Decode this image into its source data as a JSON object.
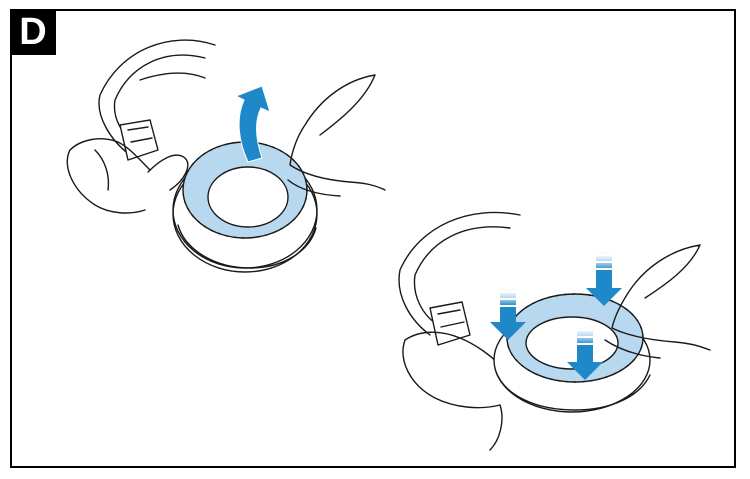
{
  "step": {
    "label": "D"
  },
  "colors": {
    "cushion": "#b8d8f0",
    "arrow": "#1f88c9",
    "outline": "#1a1a1a",
    "frame": "#000000"
  },
  "panels": [
    {
      "name": "remove-cushion",
      "arrow_direction": "up"
    },
    {
      "name": "attach-cushion",
      "arrow_direction": "down",
      "arrow_count": 3
    }
  ]
}
